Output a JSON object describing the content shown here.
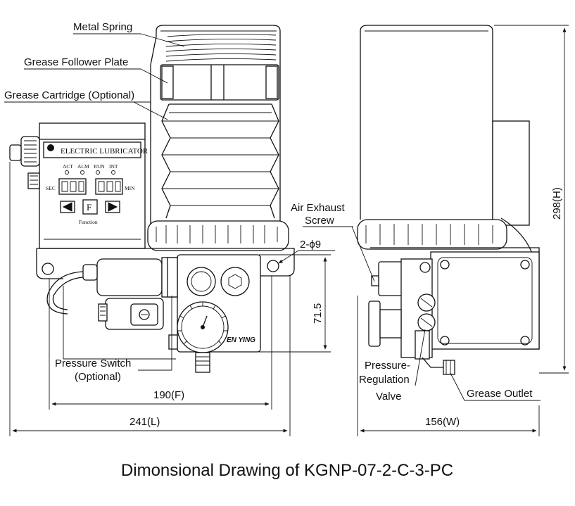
{
  "callouts": {
    "metal_spring": "Metal Spring",
    "follower_plate": "Grease Follower Plate",
    "cartridge": "Grease Cartridge (Optional)",
    "air_exhaust_1": "Air Exhaust",
    "air_exhaust_2": "Screw",
    "pressure_switch_1": "Pressure Switch",
    "pressure_switch_2": "(Optional)",
    "pressure_reg_1": "Pressure-",
    "pressure_reg_2": "Regulation",
    "pressure_reg_3": "Valve",
    "grease_outlet": "Grease Outlet"
  },
  "panel": {
    "brand": "ELECTRIC LUBRICATOR",
    "leds": [
      "ACT",
      "ALM",
      "RUN",
      "INT"
    ],
    "sec": "SEC",
    "min": "MIN",
    "function": "Function",
    "key_center": "F"
  },
  "pump": {
    "stamp": "EN YING"
  },
  "dimensions": {
    "holes": "2-ϕ9",
    "height_715": "71.5",
    "height_298": "298(H)",
    "width_190": "190(F)",
    "length_241": "241(L)",
    "width_156": "156(W)"
  },
  "title": "Dimonsional Drawing of KGNP-07-2-C-3-PC"
}
